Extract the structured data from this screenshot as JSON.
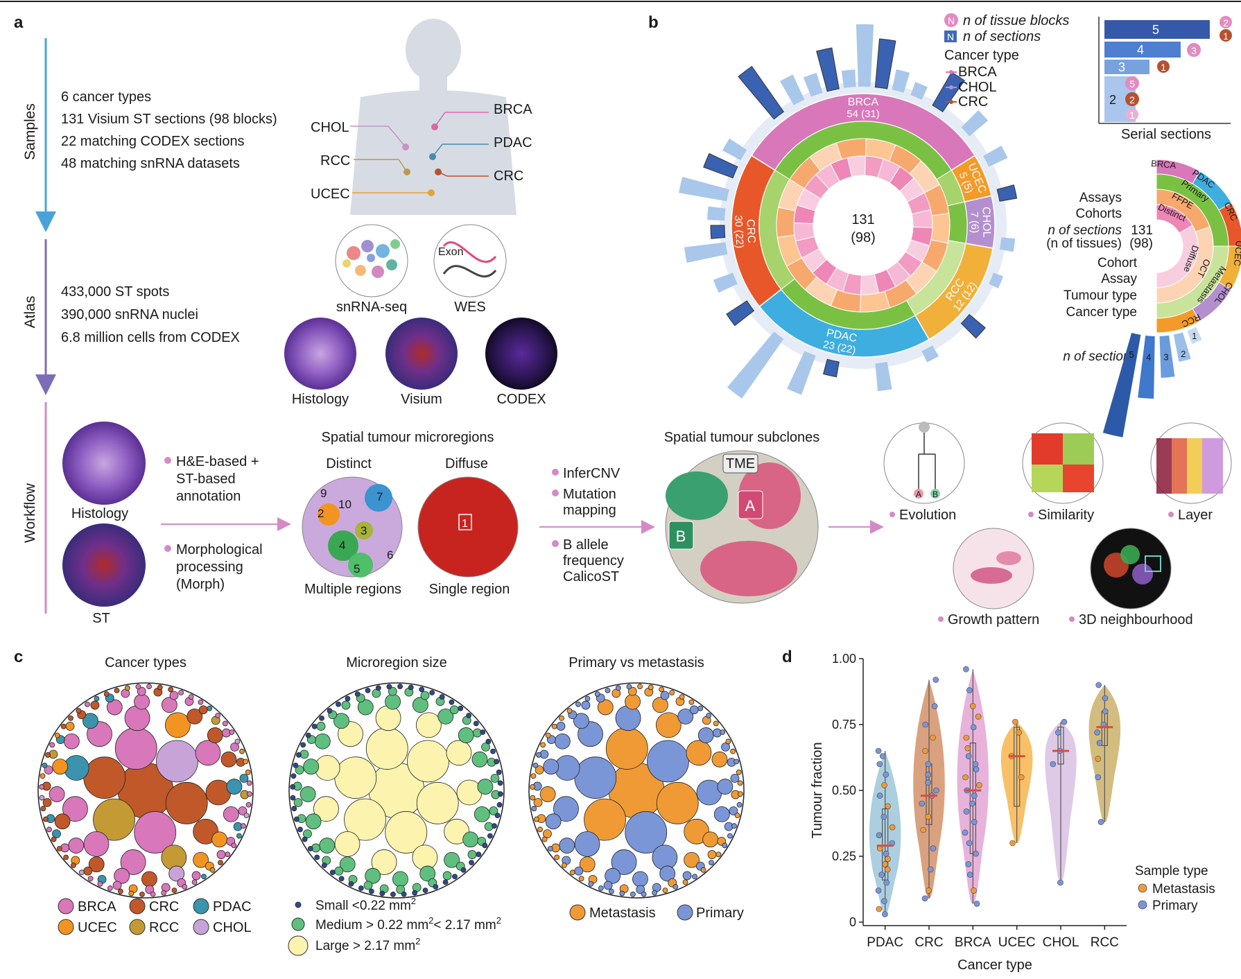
{
  "panel_letters": {
    "a": "a",
    "b": "b",
    "c": "c",
    "d": "d"
  },
  "panel_a": {
    "stages": {
      "samples": "Samples",
      "atlas": "Atlas",
      "workflow": "Workflow"
    },
    "samples_text": [
      "6 cancer types",
      "131 Visium ST sections (98 blocks)",
      "22 matching CODEX sections",
      "48 matching snRNA datasets"
    ],
    "organs": {
      "chol": "CHOL",
      "rcc": "RCC",
      "ucec": "UCEC",
      "brca": "BRCA",
      "pdac": "PDAC",
      "crc": "CRC"
    },
    "atlas_text": [
      "433,000 ST spots",
      "390,000 snRNA nuclei",
      "6.8 million cells from CODEX"
    ],
    "atlas_labels": {
      "snrna": "snRNA-seq",
      "wes": "WES",
      "exon": "Exon",
      "histology": "Histology",
      "visium": "Visium",
      "codex": "CODEX"
    },
    "workflow": {
      "histology": "Histology",
      "st": "ST",
      "bullet1": [
        "H&E-based +",
        "ST-based",
        "annotation"
      ],
      "bullet2": [
        "Morphological",
        "processing",
        "(Morph)"
      ],
      "microregions_title": "Spatial tumour microregions",
      "distinct": "Distinct",
      "diffuse": "Diffuse",
      "multiple": "Multiple regions",
      "single": "Single region",
      "region_numbers": [
        "9",
        "10",
        "7",
        "2",
        "3",
        "4",
        "5",
        "6"
      ],
      "single_region_number": "1",
      "bullets_mid": [
        "InferCNV",
        "Mutation",
        "mapping",
        "B allele",
        "frequency",
        "CalicoST"
      ],
      "subclones_title": "Spatial tumour subclones",
      "tme": "TME",
      "clone_a": "A",
      "clone_b": "B",
      "evolution": "Evolution",
      "similarity": "Similarity",
      "layer": "Layer",
      "growth": "Growth pattern",
      "neighbourhood": "3D neighbourhood",
      "tree_a": "A",
      "tree_b": "B"
    }
  },
  "panel_b": {
    "center_number": "131",
    "center_sub": "(98)",
    "cancer_segments": [
      {
        "label": "BRCA",
        "count": "54 (31)",
        "color": "#d877b9"
      },
      {
        "label": "UCEC",
        "count": "5 (5)",
        "color": "#f39a28"
      },
      {
        "label": "CHOL",
        "count": "7 (6)",
        "color": "#b48fcf"
      },
      {
        "label": "RCC",
        "count": "12 (12)",
        "color": "#f0b03a"
      },
      {
        "label": "PDAC",
        "count": "23 (22)",
        "color": "#3eaee0"
      },
      {
        "label": "CRC",
        "count": "30 (22)",
        "color": "#e8572a"
      }
    ],
    "legend": {
      "tissue_blocks_symbol": "N",
      "tissue_blocks": "n of tissue blocks",
      "sections_symbol": "N",
      "sections": "n of sections",
      "cancer_type": "Cancer type",
      "items": [
        "BRCA",
        "CHOL",
        "CRC"
      ]
    },
    "serial_sections": {
      "title": "Serial sections",
      "bar_values": [
        "5",
        "4",
        "3",
        "2"
      ],
      "circle_values": [
        "2",
        "1",
        "3",
        "1",
        "5",
        "2",
        "1"
      ]
    },
    "key": {
      "assays": "Assays",
      "cohorts": "Cohorts",
      "n_sections": "n of sections",
      "n_sections_value": "131",
      "n_tissues": "(n of tissues)",
      "n_tissues_value": "(98)",
      "cohort": "Cohort",
      "assay": "Assay",
      "tumour_type": "Tumour type",
      "cancer_type": "Cancer type",
      "n_sections_bottom": "n of sections",
      "ring_labels": [
        "BRCA",
        "PDAC",
        "CRC",
        "UCEC",
        "CHOL",
        "RCC",
        "Primary",
        "FFPE",
        "OCT",
        "Metastasis",
        "Distinct",
        "Diffuse"
      ],
      "bar_labels": [
        "1",
        "2",
        "3",
        "4",
        "5"
      ]
    }
  },
  "panel_c": {
    "titles": [
      "Cancer types",
      "Microregion size",
      "Primary vs metastasis"
    ],
    "legend_cancer": [
      "BRCA",
      "CRC",
      "PDAC",
      "UCEC",
      "RCC",
      "CHOL"
    ],
    "legend_size": [
      "Small <0.22 mm",
      "Medium > 0.22 mm",
      "< 2.17 mm",
      "Large > 2.17 mm"
    ],
    "legend_size_sup": "2",
    "legend_met": [
      "Metastasis",
      "Primary"
    ],
    "colors": {
      "BRCA": "#d877b9",
      "CRC": "#c0582a",
      "PDAC": "#3b93ad",
      "UCEC": "#f29421",
      "RCC": "#c49a35",
      "CHOL": "#c7a3d8",
      "small": "#2f4a8a",
      "medium": "#5fbf7f",
      "large": "#fbf3ae",
      "metastasis": "#f09a36",
      "primary": "#7b96d6"
    }
  },
  "chart_data": {
    "type": "violin",
    "ylabel": "Tumour fraction",
    "xlabel": "Cancer type",
    "ylim": [
      0,
      1
    ],
    "yticks": [
      "0",
      "0.25",
      "0.50",
      "0.75",
      "1.00"
    ],
    "ytick_values": [
      0,
      0.25,
      0.5,
      0.75,
      1.0
    ],
    "categories": [
      "PDAC",
      "CRC",
      "BRCA",
      "UCEC",
      "CHOL",
      "RCC"
    ],
    "colors": [
      "#9cc7d9",
      "#d39068",
      "#e3a6d3",
      "#f7b54e",
      "#d8c1e3",
      "#cbb06a"
    ],
    "median": [
      0.29,
      0.48,
      0.5,
      0.63,
      0.65,
      0.74
    ],
    "quartiles": [
      [
        0.16,
        0.43
      ],
      [
        0.37,
        0.6
      ],
      [
        0.26,
        0.68
      ],
      [
        0.44,
        0.74
      ],
      [
        0.6,
        0.74
      ],
      [
        0.67,
        0.8
      ]
    ],
    "range": [
      [
        0.03,
        0.65
      ],
      [
        0.09,
        0.92
      ],
      [
        0.07,
        0.96
      ],
      [
        0.3,
        0.76
      ],
      [
        0.15,
        0.76
      ],
      [
        0.38,
        0.9
      ]
    ],
    "points": [
      [
        0.03,
        0.05,
        0.08,
        0.12,
        0.15,
        0.18,
        0.2,
        0.22,
        0.24,
        0.26,
        0.28,
        0.3,
        0.33,
        0.36,
        0.4,
        0.44,
        0.48,
        0.52,
        0.56,
        0.6,
        0.63,
        0.65
      ],
      [
        0.09,
        0.12,
        0.2,
        0.28,
        0.35,
        0.4,
        0.45,
        0.48,
        0.5,
        0.53,
        0.56,
        0.6,
        0.65,
        0.7,
        0.75,
        0.82,
        0.92
      ],
      [
        0.07,
        0.12,
        0.18,
        0.22,
        0.26,
        0.3,
        0.34,
        0.38,
        0.42,
        0.45,
        0.48,
        0.5,
        0.52,
        0.55,
        0.58,
        0.6,
        0.63,
        0.66,
        0.7,
        0.74,
        0.78,
        0.82,
        0.88,
        0.96
      ],
      [
        0.3,
        0.55,
        0.63,
        0.72,
        0.76
      ],
      [
        0.15,
        0.6,
        0.65,
        0.72,
        0.76
      ],
      [
        0.38,
        0.55,
        0.62,
        0.68,
        0.72,
        0.75,
        0.8,
        0.85,
        0.9
      ]
    ],
    "series": [
      {
        "name": "Metastasis",
        "color": "#f09a36"
      },
      {
        "name": "Primary",
        "color": "#7b96d6"
      }
    ],
    "legend_title": "Sample type"
  }
}
